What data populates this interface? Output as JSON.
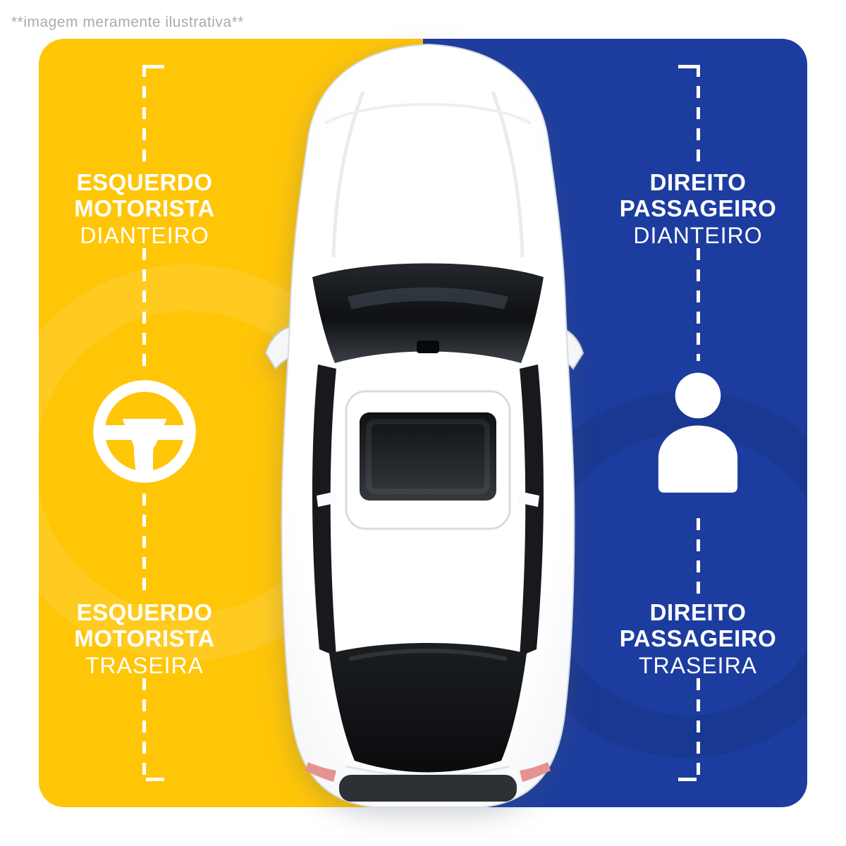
{
  "disclaimer": "**imagem meramente ilustrativa**",
  "panels": {
    "left": {
      "color": "#FFC608",
      "side": "driver"
    },
    "right": {
      "color": "#1C3D9F",
      "side": "passenger"
    }
  },
  "labels": {
    "front_left": {
      "line1": "ESQUERDO",
      "line2": "MOTORISTA",
      "line3": "DIANTEIRO"
    },
    "rear_left": {
      "line1": "ESQUERDO",
      "line2": "MOTORISTA",
      "line3": "TRASEIRA"
    },
    "front_right": {
      "line1": "DIREITO",
      "line2": "PASSAGEIRO",
      "line3": "DIANTEIRO"
    },
    "rear_right": {
      "line1": "DIREITO",
      "line2": "PASSAGEIRO",
      "line3": "TRASEIRA"
    }
  },
  "icons": {
    "left": "steering-wheel-icon",
    "right": "passenger-icon",
    "center": "car-top-view"
  },
  "text_color": "#FFFFFF",
  "disclaimer_color": "#ABABAB"
}
